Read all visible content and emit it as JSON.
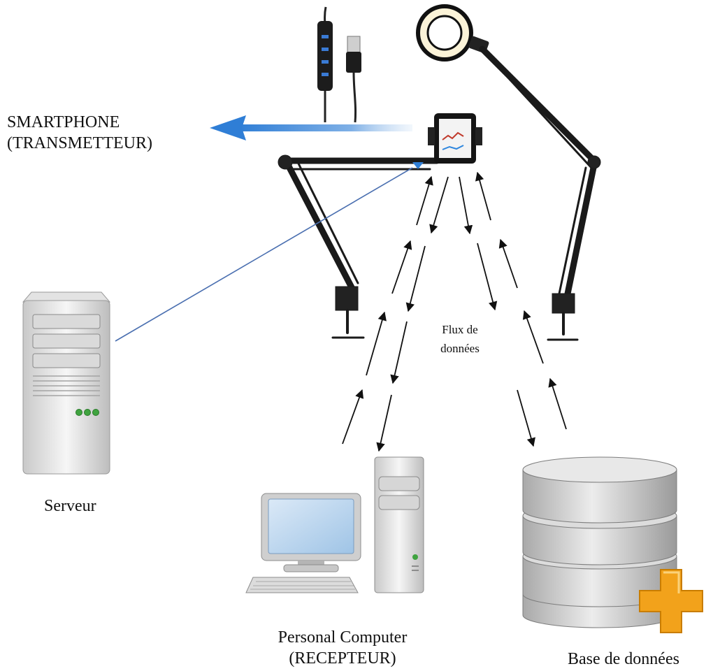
{
  "labels": {
    "smartphone_line1": "SMARTPHONE",
    "smartphone_line2": "(TRANSMETTEUR)",
    "flux_line1": "Flux  de",
    "flux_line2": "données",
    "server": "Serveur",
    "pc_line1": "Personal Computer",
    "pc_line2": "(RECEPTEUR)",
    "database": "Base de données"
  },
  "icons": {
    "usb_cable": "usb-cable-icon",
    "ring_light": "ring-light-icon",
    "phone_stand": "phone-stand-icon",
    "smartphone": "smartphone-icon",
    "server": "server-tower-icon",
    "personal_computer": "desktop-computer-icon",
    "database": "database-cylinder-icon",
    "plus": "plus-icon"
  },
  "colors": {
    "transmit_arrow": "#3a86d8",
    "server_link": "#4a6fb0",
    "data_flow_arrows": "#111111",
    "led_green": "#3fa33f",
    "plus_orange": "#f2a21b"
  }
}
